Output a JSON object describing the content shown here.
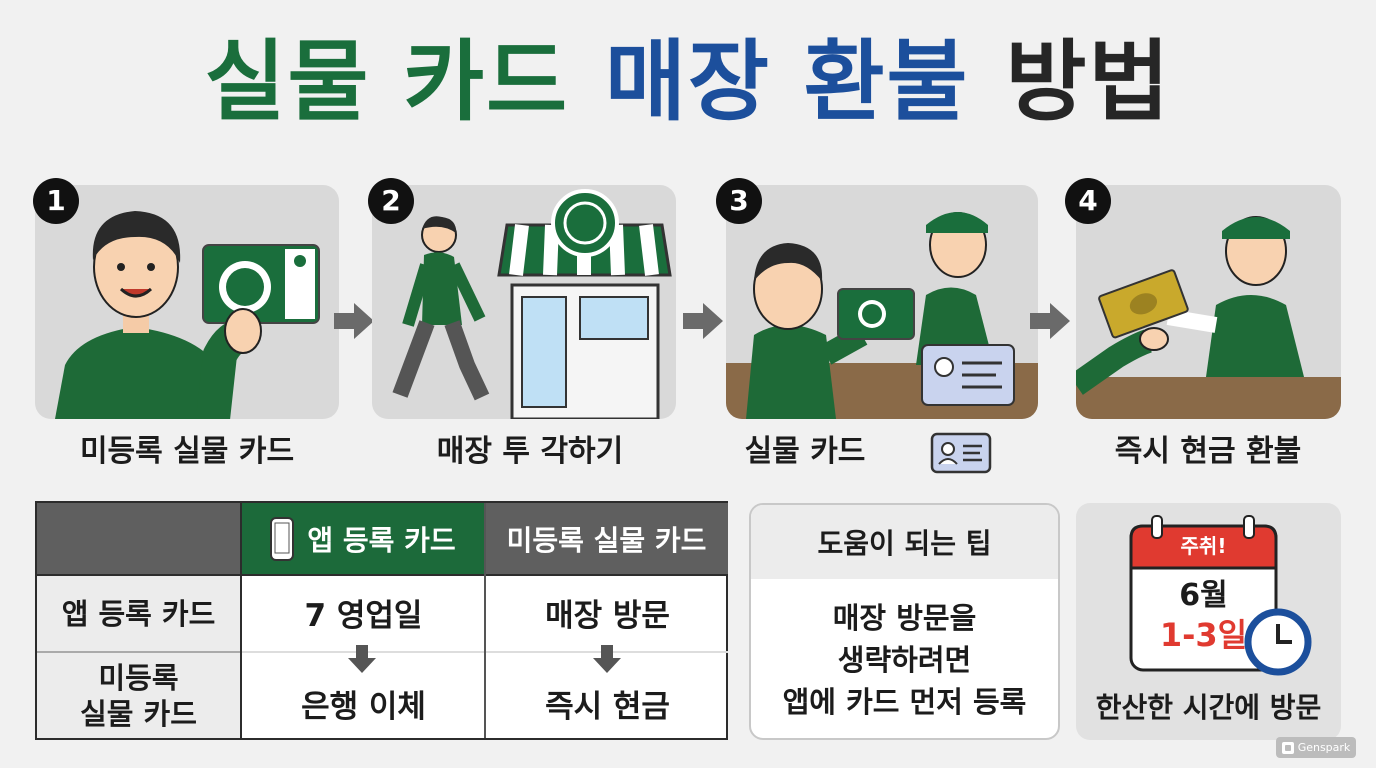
{
  "title": {
    "part1": "실물 카드",
    "part2": "매장 환불",
    "part3": "방법"
  },
  "steps": [
    {
      "number": "1",
      "caption": "미등록 실물 카드"
    },
    {
      "number": "2",
      "caption": "매장 투 각하기"
    },
    {
      "number": "3",
      "caption": "실물 카드"
    },
    {
      "number": "4",
      "caption": "즉시 현금 환불"
    }
  ],
  "table": {
    "headers": {
      "app": "앱 등록 카드",
      "physical": "미등록 실물 카드"
    },
    "rows": [
      {
        "label": "앱 등록 카드",
        "app_value": "7 영업일",
        "physical_value": "매장 방문"
      },
      {
        "label_line1": "미등록",
        "label_line2": "실물 카드",
        "app_value": "은행 이체",
        "physical_value": "즉시 현금"
      }
    ]
  },
  "tip": {
    "heading": "도움이 되는 팁",
    "lines": [
      "매장 방문을",
      "생략하려면",
      "앱에 카드 먼저 등록"
    ]
  },
  "calendar": {
    "badge": "주취!",
    "month": "6월",
    "days": "1-3일",
    "caption": "한산한 시간에 방문"
  },
  "watermark": "Genspark",
  "colors": {
    "green": "#1a6e3c",
    "blue": "#1c4f9c",
    "dark": "#262626",
    "calendar_red": "#e03a30"
  }
}
